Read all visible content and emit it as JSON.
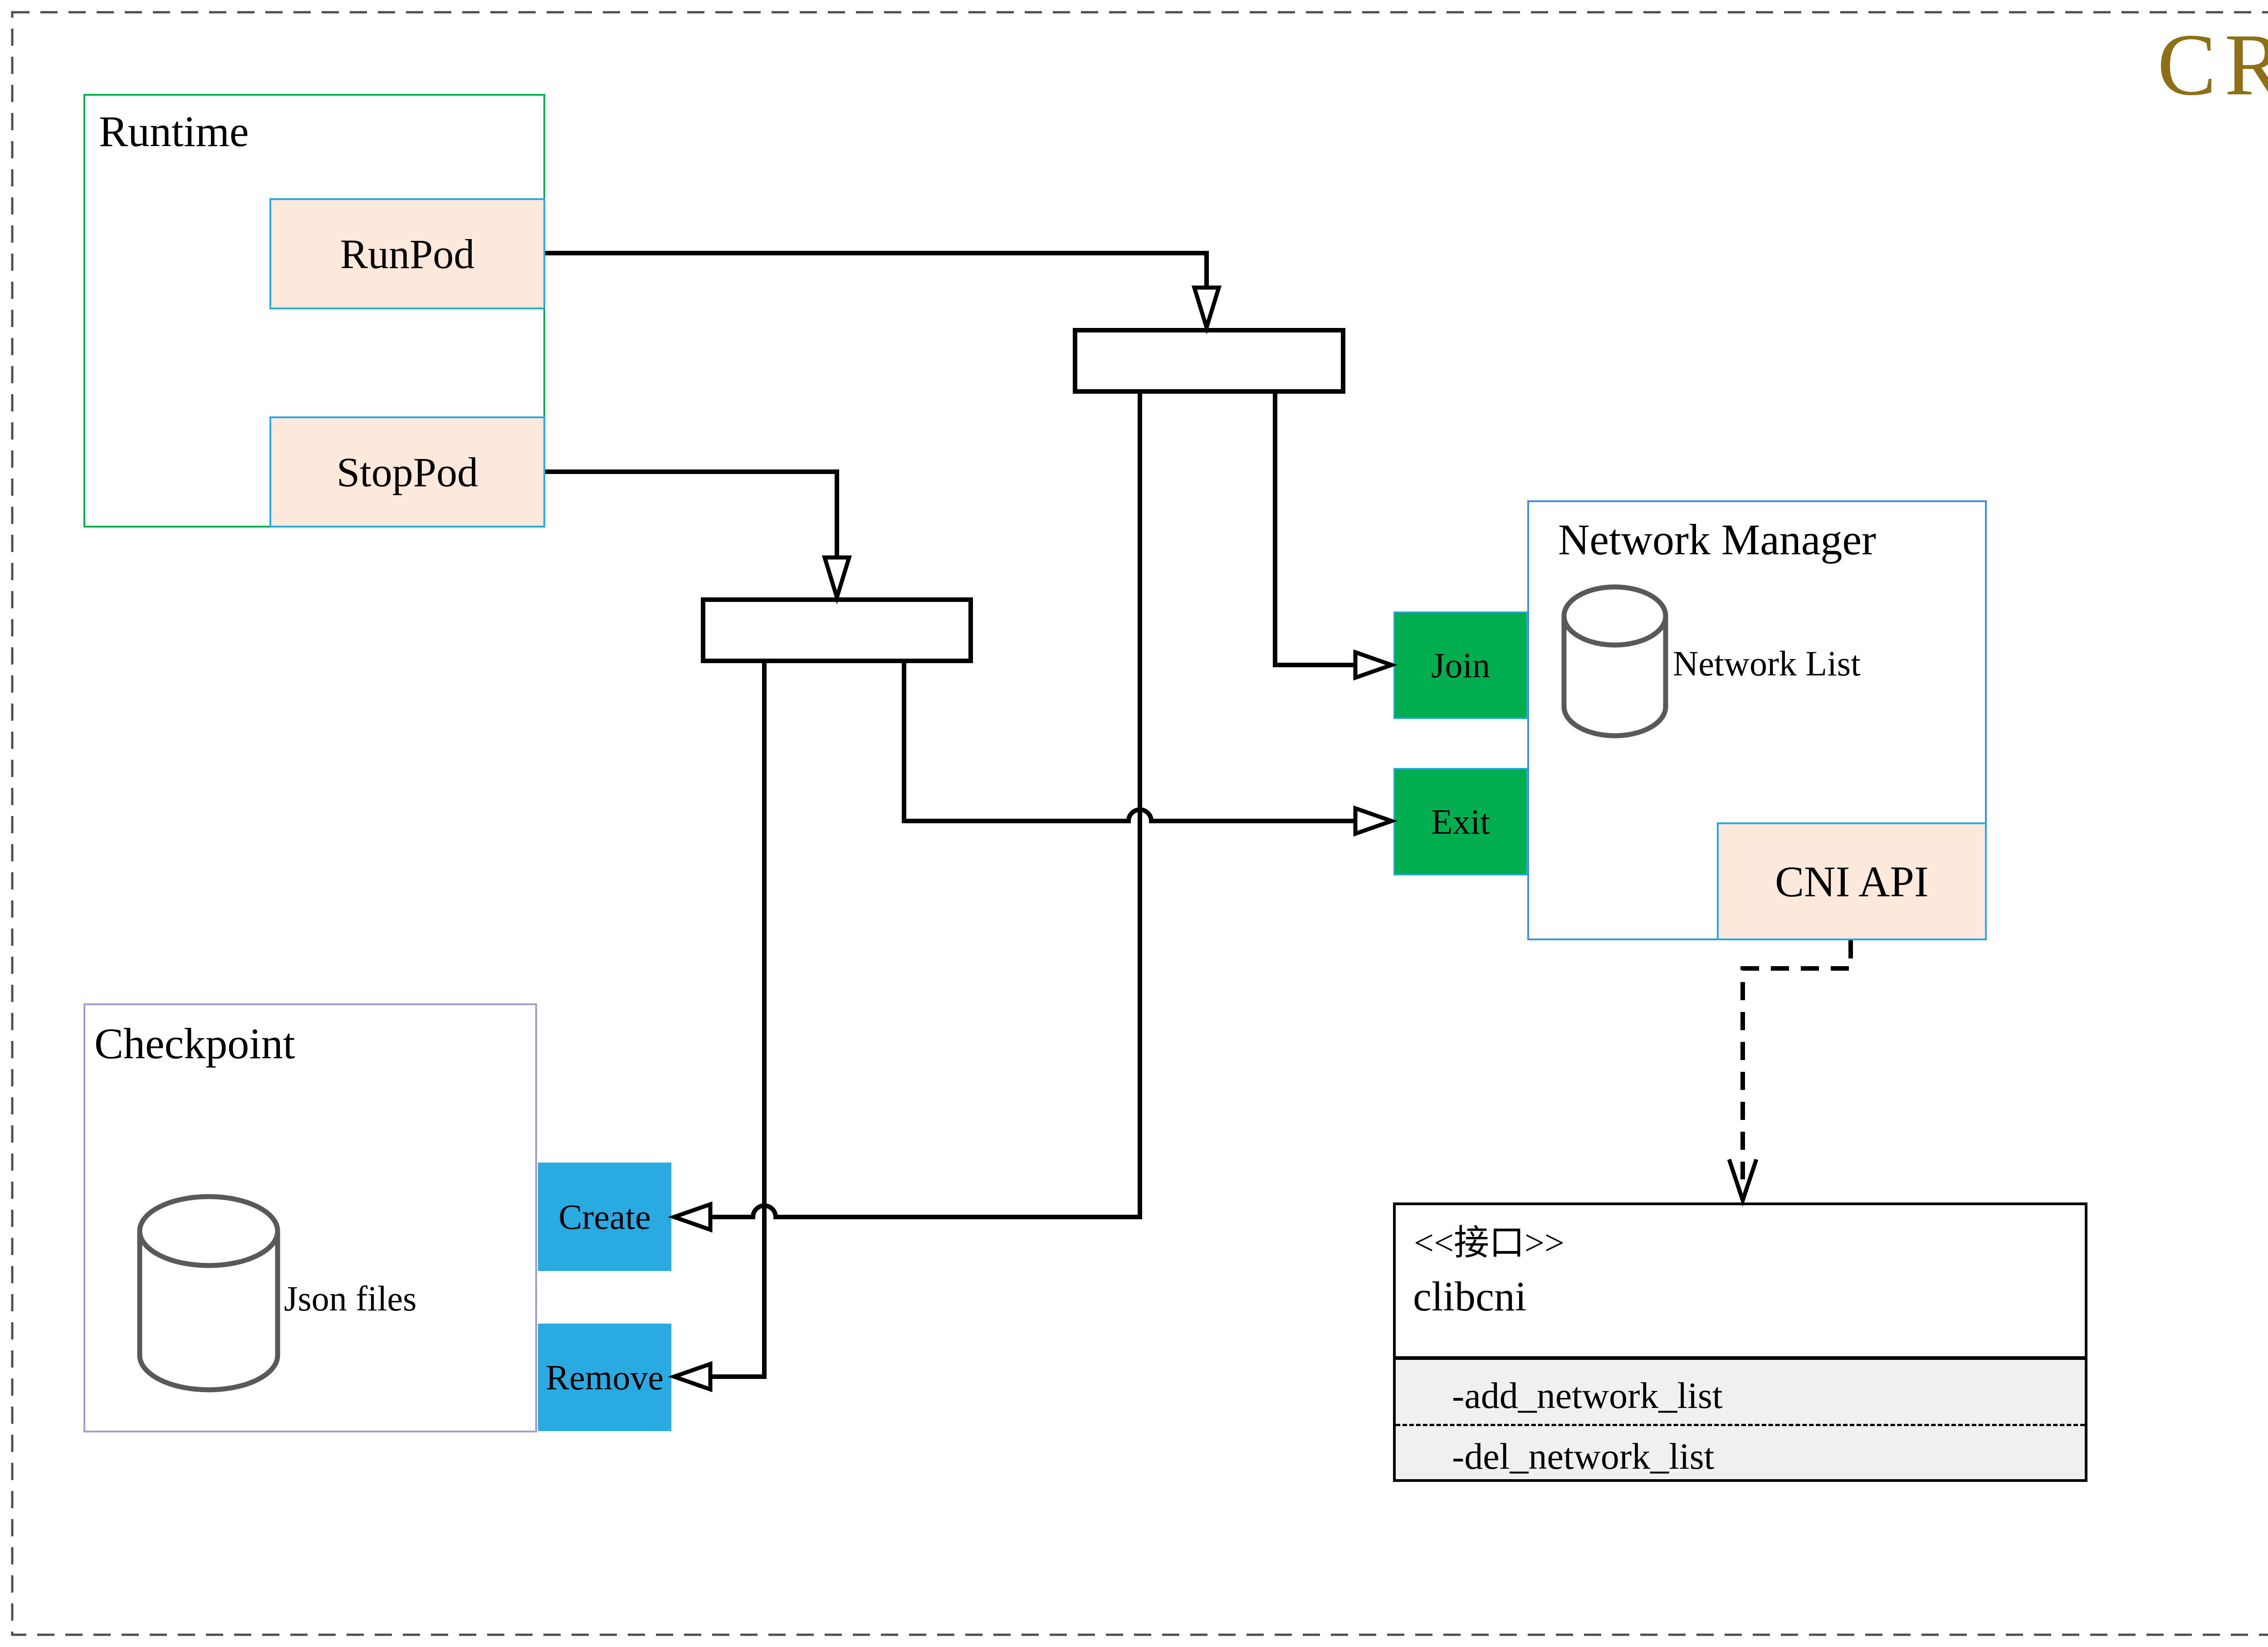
{
  "page": {
    "watermark": "CRI"
  },
  "runtime": {
    "title": "Runtime",
    "run_pod_label": "RunPod",
    "stop_pod_label": "StopPod"
  },
  "network_manager": {
    "title": "Network Manager",
    "network_list_label": "Network List",
    "join_label": "Join",
    "exit_label": "Exit",
    "cni_api_label": "CNI API"
  },
  "checkpoint": {
    "title": "Checkpoint",
    "json_files_label": "Json files",
    "create_label": "Create",
    "remove_label": "Remove"
  },
  "clibcni": {
    "stereotype": "<<接口>>",
    "name": "clibcni",
    "methods": [
      "-add_network_list",
      "-del_network_list"
    ]
  },
  "icons": {
    "network_list": "database-icon",
    "json_files": "database-icon"
  },
  "colors": {
    "watermark": "#8E6F16",
    "runtime_border": "#00B050",
    "network_manager_border": "#3B93E0",
    "checkpoint_border": "#A79CC8",
    "button_border": "#29ABE2",
    "peach_fill": "#FCE9DB",
    "green_fill": "#00AE4F",
    "cyan_fill": "#29ABE2",
    "uml_section_fill": "#F0F0F0",
    "cylinder_stroke": "#595959",
    "connector": "#000000"
  }
}
